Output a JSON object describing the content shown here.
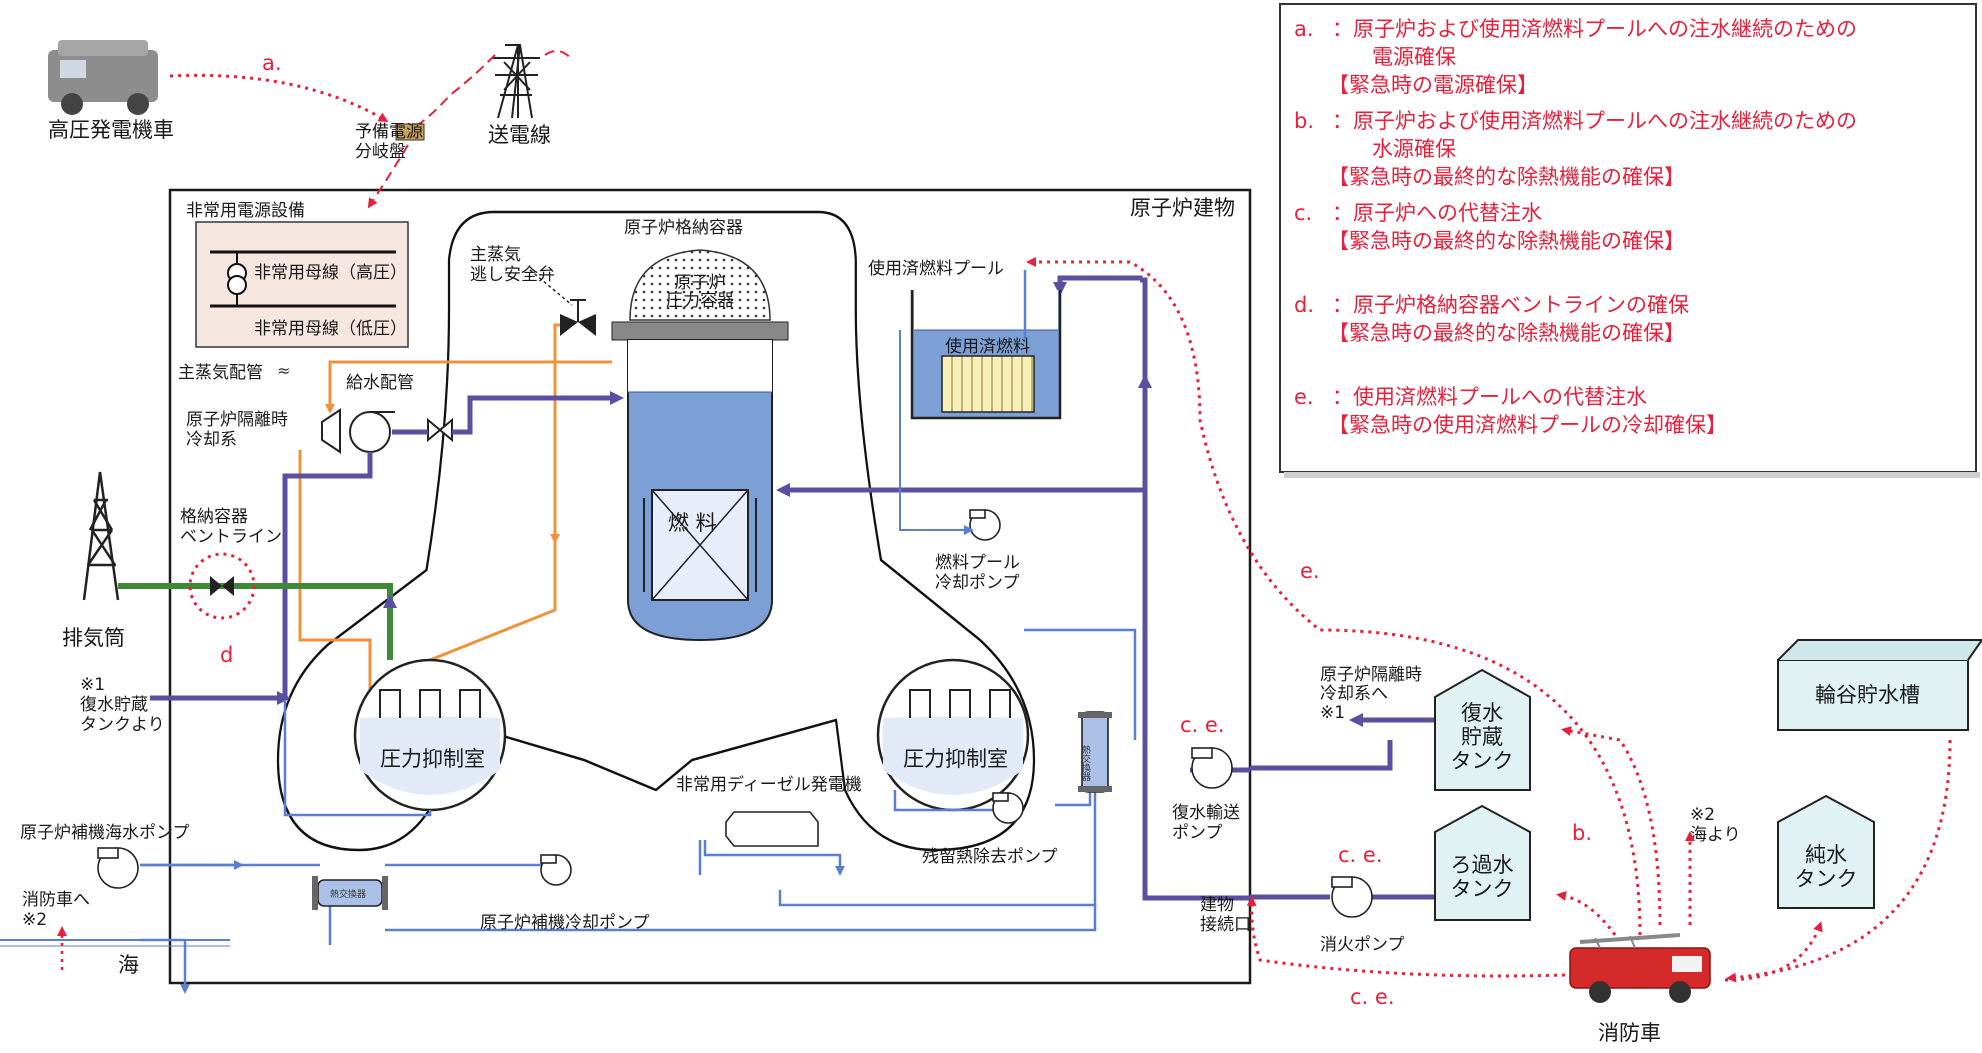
{
  "colors": {
    "red_dotted": "#e8203c",
    "purple_pipe": "#5a4fa0",
    "blue_pipe": "#5b7fd0",
    "orange_pipe": "#f0923c",
    "green_vent": "#3e8a3a",
    "water": "#7c9fd6",
    "building_edge": "#1a1a1a"
  },
  "labels": {
    "generator_truck": "高圧発電機車",
    "backup_panel": "予備電源\n分岐盤",
    "transmission_line": "送電線",
    "emergency_power": "非常用電源設備",
    "bus_high": "非常用母線（高圧）",
    "bus_low": "非常用母線（低圧）",
    "reactor_building": "原子炉建物",
    "containment": "原子炉格納容器",
    "rpv": "原子炉\n圧力容器",
    "fuel": "燃 料",
    "srv": "主蒸気\n逃し安全弁",
    "main_steam": "主蒸気配管",
    "feedwater": "給水配管",
    "rcic": "原子炉隔離時\n冷却系",
    "spent_fuel_pool": "使用済燃料プール",
    "spent_fuel": "使用済燃料",
    "fpc_pump": "燃料プール\n冷却ポンプ",
    "stack": "排気筒",
    "vent_line": "格納容器\nベントライン",
    "from_cst": "※1\n復水貯蔵\nタンクより",
    "suppression_left": "圧力抑制室",
    "suppression_right": "圧力抑制室",
    "edg": "非常用ディーゼル発電機",
    "rhr_pump": "残留熱除去ポンプ",
    "heat_exchanger": "熱交換器",
    "rsw_pump": "原子炉補機海水ポンプ",
    "rcw_pump": "原子炉補機冷却ポンプ",
    "to_fire_truck": "消防車へ\n※2",
    "sea": "海",
    "to_rcic": "原子炉隔離時\n冷却系へ\n※1",
    "cst": "復水\n貯蔵\nタンク",
    "ct_pump": "復水輸送\nポンプ",
    "filtered_tank": "ろ過水\nタンク",
    "fire_pump": "消火ポンプ",
    "building_inlet": "建物\n接続口",
    "wagaya": "輪谷貯水槽",
    "from_sea": "※2\n海より",
    "pure_tank": "純水\nタンク",
    "fire_truck": "消防車",
    "tag_a": "a.",
    "tag_b": "b.",
    "tag_d": "d",
    "tag_e": "e.",
    "tag_ce1": "c. e.",
    "tag_ce2": "c. e.",
    "tag_ce3": "c. e."
  },
  "legend": [
    {
      "key": "a.",
      "text": "：原子炉および使用済燃料プールへの注水継続のための",
      "text2": "電源確保",
      "note": "【緊急時の電源確保】"
    },
    {
      "key": "b.",
      "text": "：原子炉および使用済燃料プールへの注水継続のための",
      "text2": "水源確保",
      "note": "【緊急時の最終的な除熱機能の確保】"
    },
    {
      "key": "c.",
      "text": "：原子炉への代替注水",
      "text2": "",
      "note": "【緊急時の最終的な除熱機能の確保】"
    },
    {
      "key": "d.",
      "text": "：原子炉格納容器ベントラインの確保",
      "text2": "",
      "note": "【緊急時の最終的な除熱機能の確保】"
    },
    {
      "key": "e.",
      "text": "：使用済燃料プールへの代替注水",
      "text2": "",
      "note": "【緊急時の使用済燃料プールの冷却確保】"
    }
  ]
}
